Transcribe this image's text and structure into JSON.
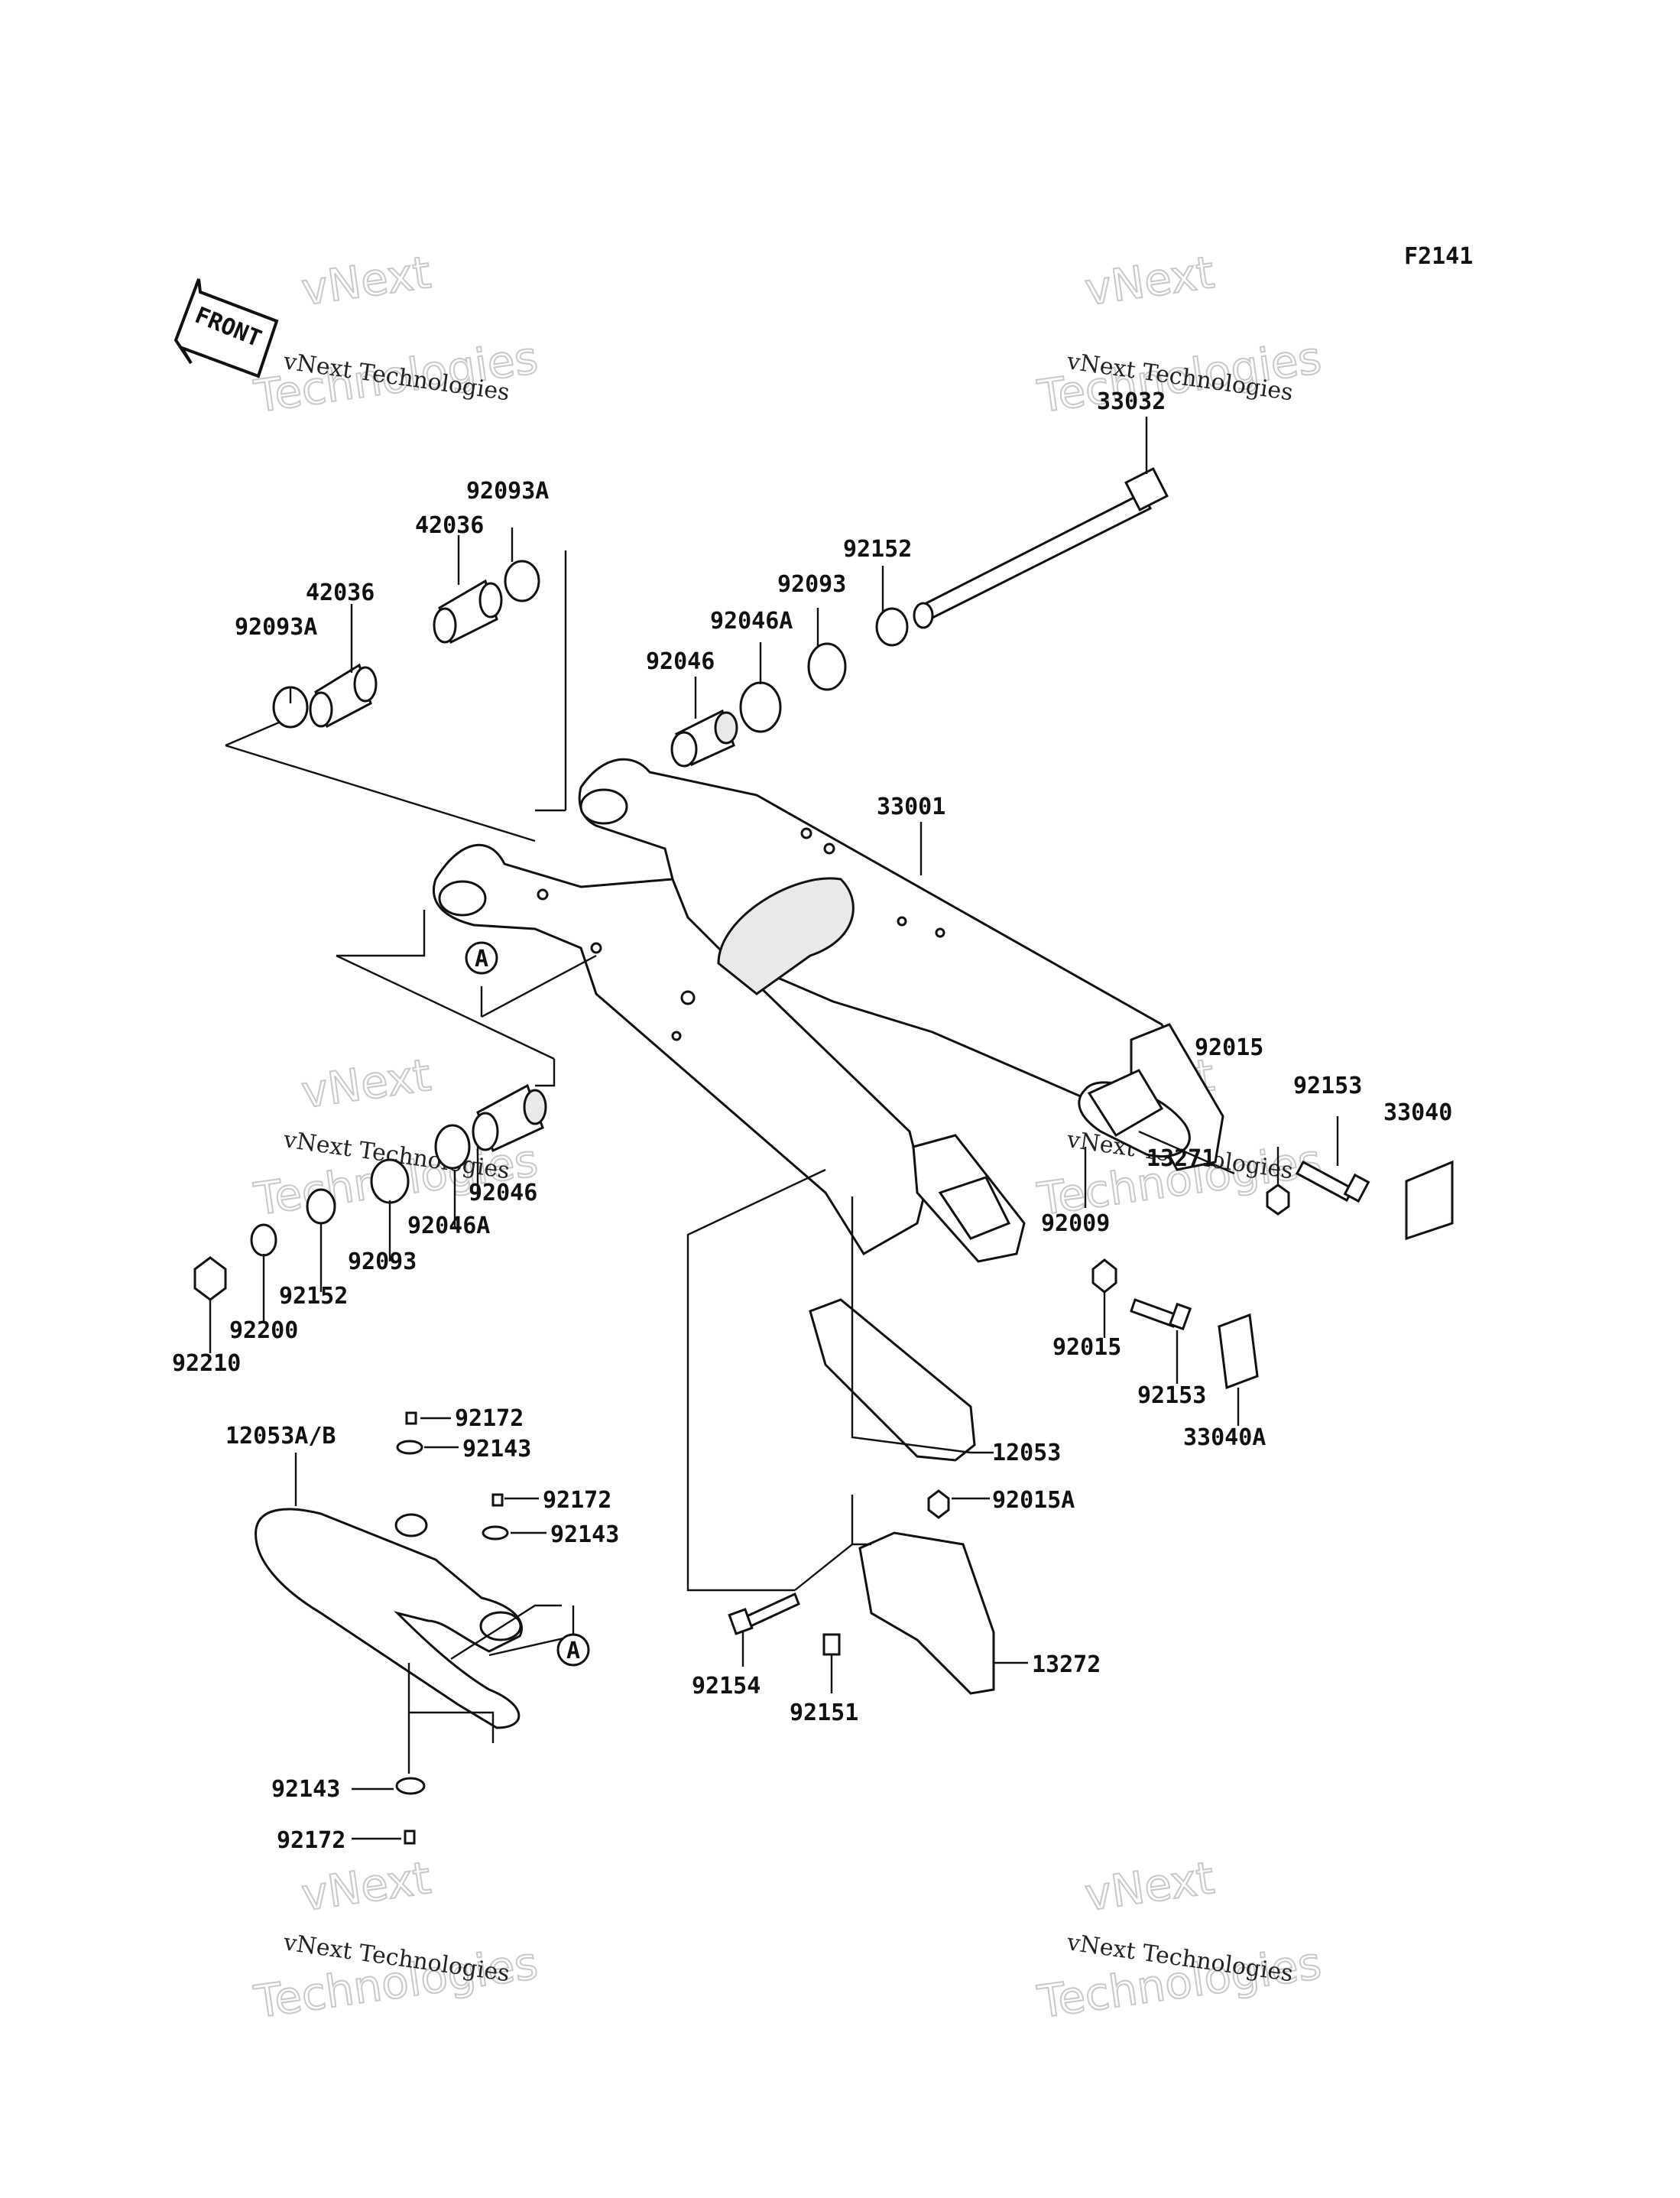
{
  "figure_code": "F2141",
  "front_label": "FRONT",
  "ref_marker": "A",
  "watermark": {
    "company": "vNext Technologies",
    "line1": "vNext",
    "line2": "Technologies"
  },
  "part_labels": [
    "92093A",
    "42036",
    "42036",
    "92093A",
    "92046A",
    "92093",
    "92152",
    "92046",
    "33032",
    "33001",
    "92015",
    "92153",
    "33040",
    "13271",
    "92009",
    "92046",
    "92046A",
    "92093",
    "92152",
    "92200",
    "92210",
    "92015",
    "92153",
    "33040A",
    "12053",
    "92172",
    "12053A/B",
    "92143",
    "92172",
    "92143",
    "92015A",
    "13272",
    "92154",
    "92151",
    "92143",
    "92172"
  ]
}
